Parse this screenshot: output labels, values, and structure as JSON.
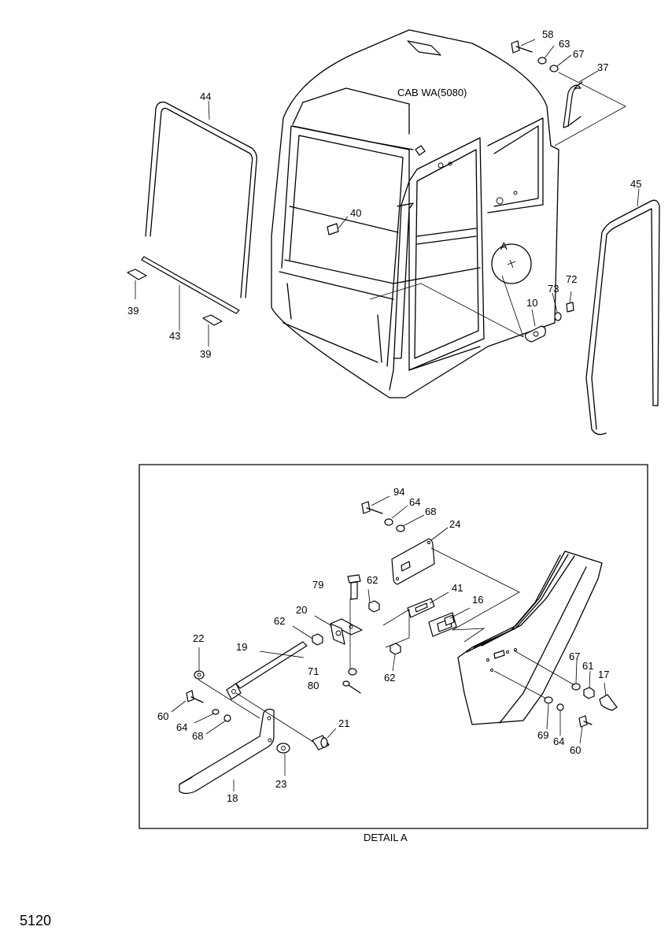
{
  "diagram": {
    "cab_label": "CAB WA(5080)",
    "detail_marker": "A",
    "detail_caption": "DETAIL A",
    "page_number": "5120",
    "top_labels": [
      "58",
      "63",
      "67",
      "37",
      "44",
      "40",
      "45",
      "39",
      "43",
      "39",
      "10",
      "73",
      "72"
    ],
    "detail_labels": [
      "94",
      "64",
      "68",
      "24",
      "79",
      "62",
      "41",
      "16",
      "20",
      "62",
      "22",
      "19",
      "71",
      "80",
      "62",
      "67",
      "61",
      "17",
      "60",
      "64",
      "68",
      "21",
      "23",
      "18",
      "69",
      "64",
      "60"
    ]
  }
}
